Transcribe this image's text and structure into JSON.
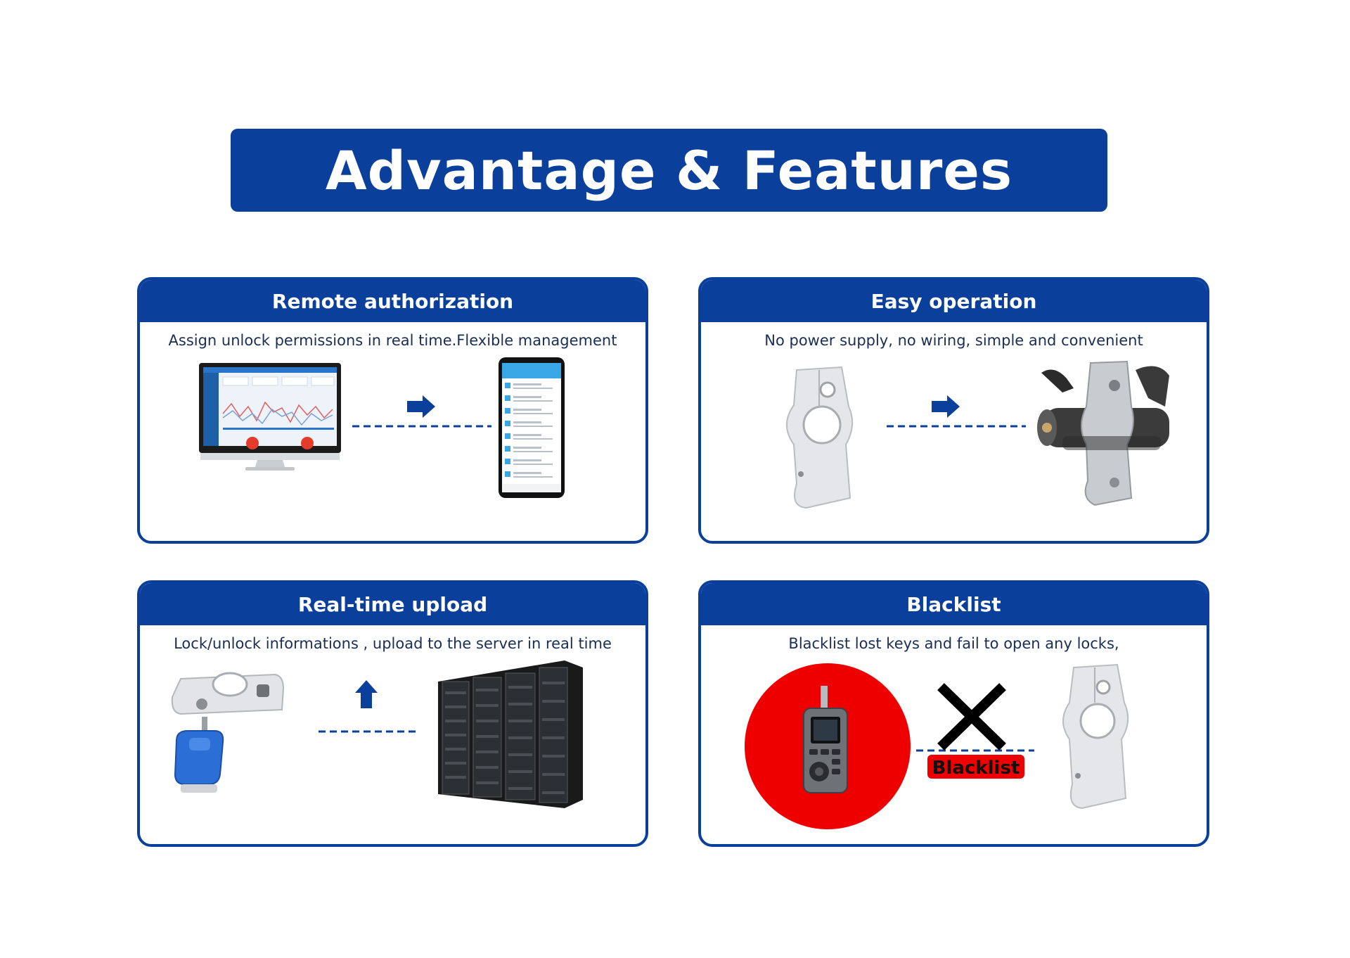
{
  "banner": {
    "title": "Advantage & Features"
  },
  "cards": [
    {
      "title": "Remote authorization",
      "subtitle": "Assign unlock permissions in real time.Flexible management"
    },
    {
      "title": "Easy operation",
      "subtitle": "No power supply, no wiring, simple and convenient"
    },
    {
      "title": "Real-time upload",
      "subtitle": "Lock/unlock informations , upload to the server in real time"
    },
    {
      "title": "Blacklist",
      "subtitle": "Blacklist lost keys and fail to open any locks,",
      "badge": "Blacklist"
    }
  ],
  "colors": {
    "brand_blue": "#0a3f9c",
    "alert_red": "#ee0000"
  },
  "icons": [
    "monitor-icon",
    "smartphone-icon",
    "arrow-right-icon",
    "lock-bracket-icon",
    "handlebar-lock-icon",
    "arrow-up-icon",
    "key-fob-icon",
    "server-rack-icon",
    "handheld-key-icon",
    "x-mark-icon"
  ]
}
